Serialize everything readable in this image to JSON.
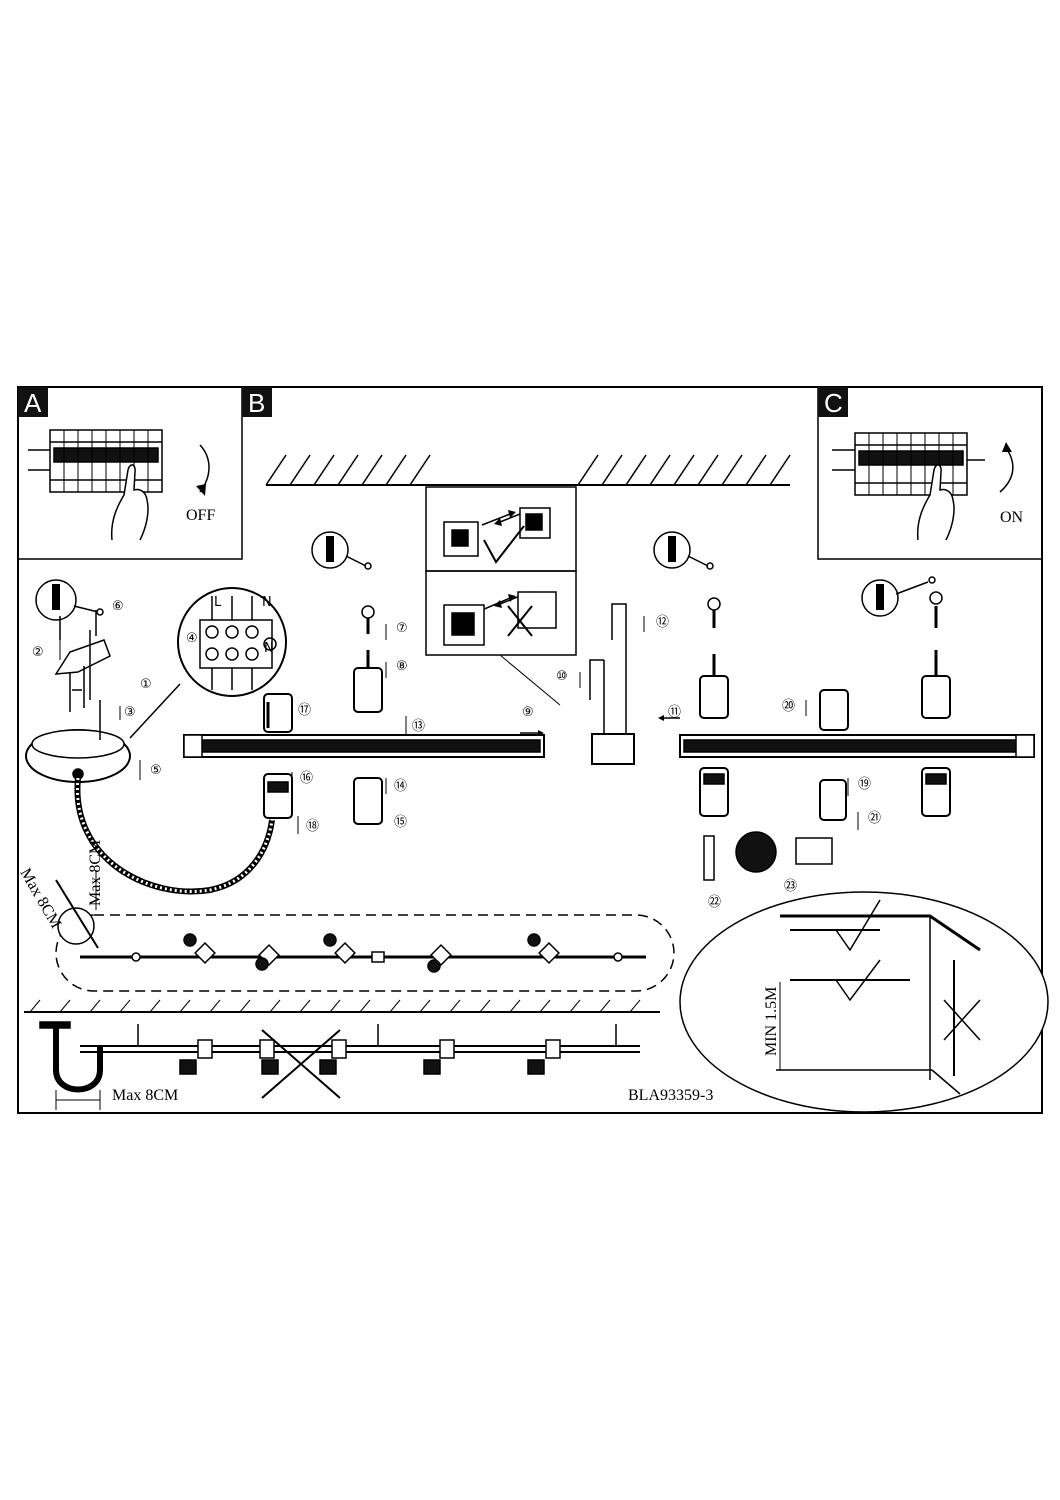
{
  "panels": {
    "a": "A",
    "b": "B",
    "c": "C"
  },
  "breaker": {
    "off_label": "OFF",
    "on_label": "ON"
  },
  "terminal": {
    "l": "L",
    "n": "N"
  },
  "steps": [
    "①",
    "②",
    "③",
    "④",
    "⑤",
    "⑥",
    "⑦",
    "⑧",
    "⑨",
    "⑩",
    "⑪",
    "⑫",
    "⑬",
    "⑭",
    "⑮",
    "⑯",
    "⑰",
    "⑱",
    "⑲",
    "⑳",
    "㉑",
    "㉒",
    "㉓"
  ],
  "dimensions": {
    "max_8cm": "Max 8CM",
    "min_1_5m": "MIN 1.5M"
  },
  "code": "BLA93359-3"
}
